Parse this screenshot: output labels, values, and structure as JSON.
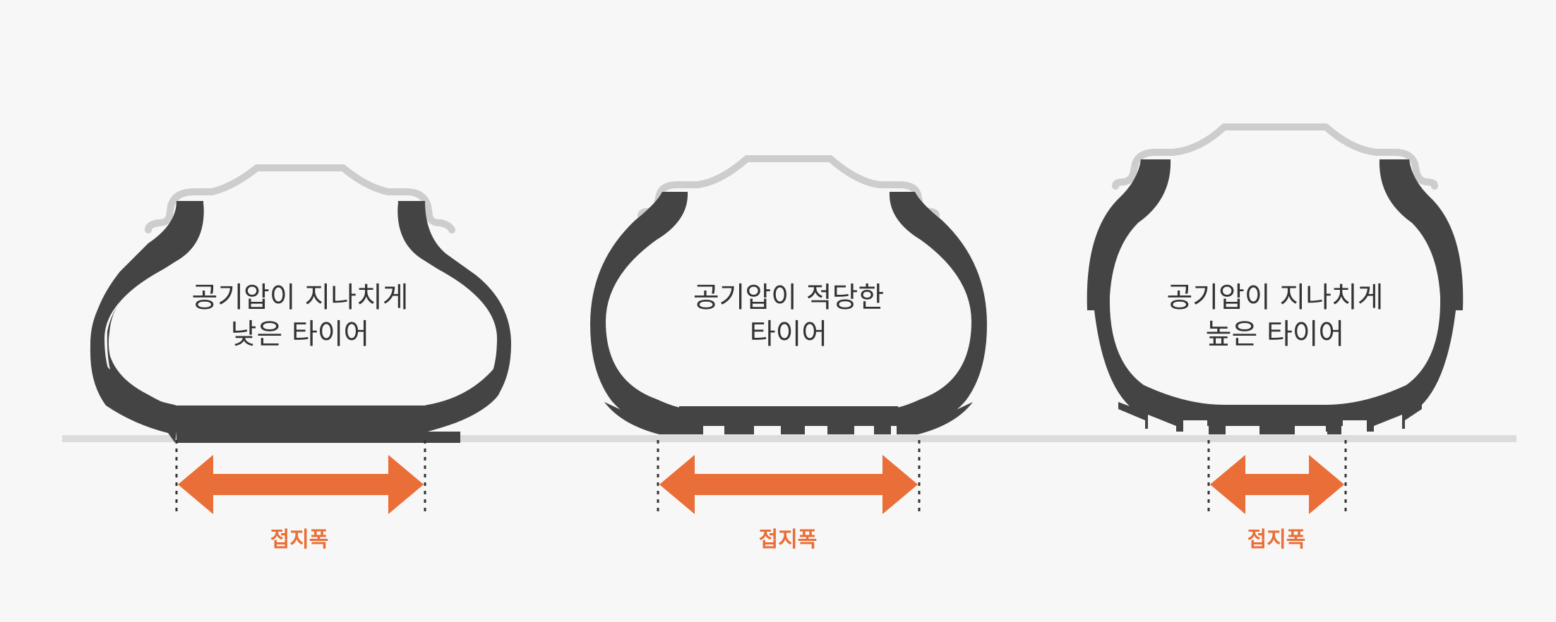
{
  "colors": {
    "background": "#f7f7f7",
    "tire": "#444444",
    "rim": "#cdcdcf",
    "ground": "#dcdcdc",
    "arrow": "#e96e37",
    "label_text": "#333333"
  },
  "tires": [
    {
      "title_line1": "공기압이 지나치게",
      "title_line2": "낮은 타이어",
      "contact_label": "접지폭"
    },
    {
      "title_line1": "공기압이 적당한",
      "title_line2": "타이어",
      "contact_label": "접지폭"
    },
    {
      "title_line1": "공기압이 지나치게",
      "title_line2": "높은 타이어",
      "contact_label": "접지폭"
    }
  ]
}
